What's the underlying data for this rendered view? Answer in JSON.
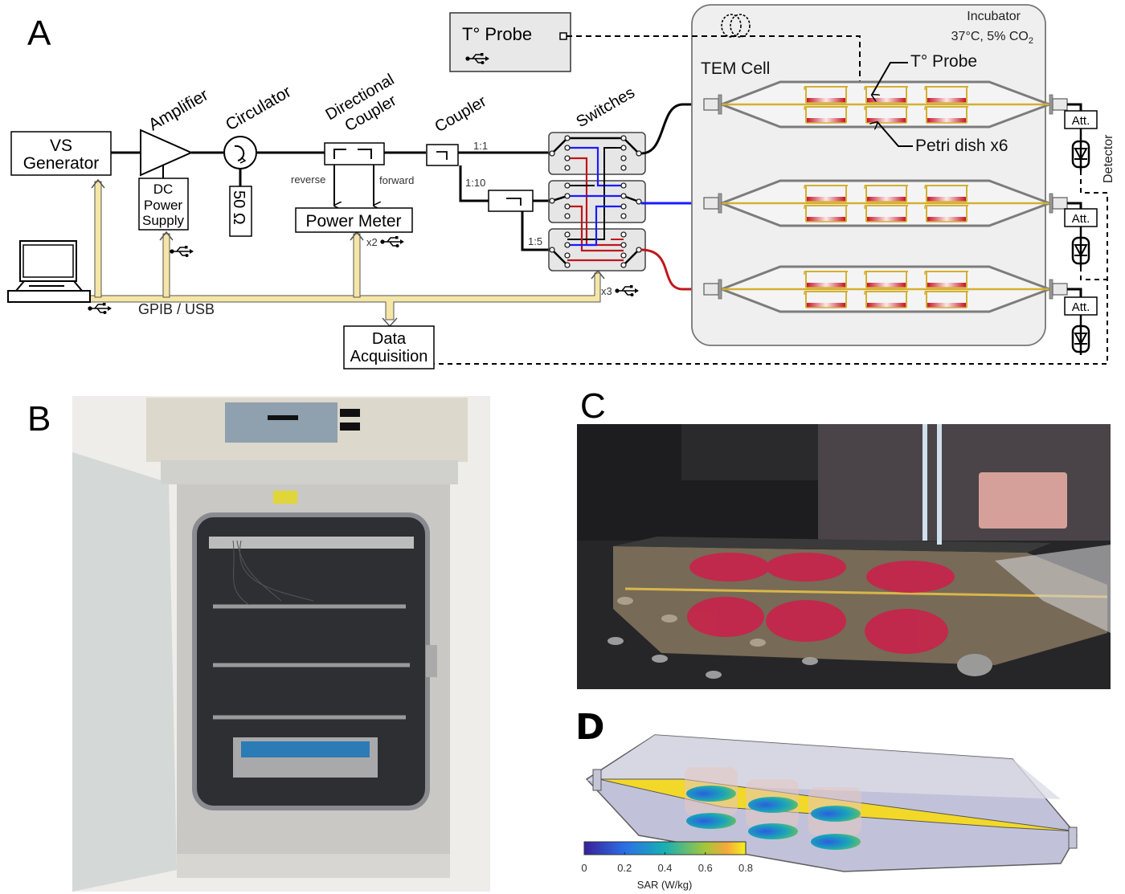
{
  "panels": {
    "a": {
      "letter": "A"
    },
    "b": {
      "letter": "B"
    },
    "c": {
      "letter": "C"
    },
    "d": {
      "letter": "D"
    }
  },
  "diagram": {
    "vs_generator": {
      "line1": "VS",
      "line2": "Generator"
    },
    "amplifier": "Amplifier",
    "dc_power_supply": {
      "line1": "DC",
      "line2": "Power",
      "line3": "Supply"
    },
    "circulator": "Circulator",
    "load": "50 Ω",
    "directional_coupler": {
      "line1": "Directional",
      "line2": "Coupler"
    },
    "reverse": "reverse",
    "forward": "forward",
    "power_meter": "Power Meter",
    "power_meter_count": "x2",
    "coupler": "Coupler",
    "ratio_1_1": "1:1",
    "ratio_1_10": "1:10",
    "ratio_1_5": "1:5",
    "switches": "Switches",
    "switches_count": "x3",
    "t_probe_box": "T° Probe",
    "t_probe_label": "T° Probe",
    "incubator": {
      "line1": "Incubator",
      "line2": "37°C, 5% CO",
      "sub": "2"
    },
    "tem_cell": "TEM Cell",
    "petri_dish": "Petri dish x6",
    "attenuator": "Att.",
    "detector": "Detector",
    "bus_label": "GPIB / USB",
    "data_acquisition": {
      "line1": "Data",
      "line2": "Acquisition"
    },
    "colors": {
      "bus": "#f5e6a8",
      "blue_line": "#1a1aff",
      "red_line": "#c0161c",
      "incubator_fill": "#efefef",
      "switch_fill": "#e6e6e6",
      "dish_gold": "#d4b032",
      "dish_red": "#c8142a"
    }
  },
  "colorbar": {
    "ticks": [
      "0",
      "0.2",
      "0.4",
      "0.6",
      "0.8"
    ],
    "label": "SAR (W/kg)",
    "range": [
      0,
      0.8
    ]
  }
}
